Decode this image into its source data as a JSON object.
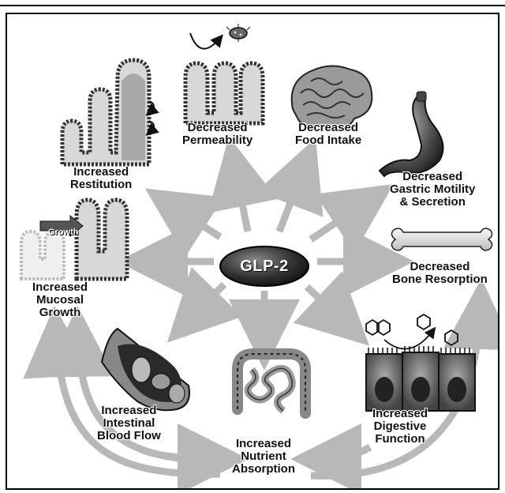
{
  "center": {
    "label": "GLP-2",
    "color": "#2f2f2f"
  },
  "effects": {
    "restitution": "Increased\nRestitution",
    "permeability": "Decreased\nPermeability",
    "food_intake": "Decreased\nFood Intake",
    "gastric": "Decreased\nGastric Motility\n& Secretion",
    "bone": "Decreased\nBone Resorption",
    "digestive": "Increased\nDigestive\nFunction",
    "nutrient": "Increased\nNutrient\nAbsorption",
    "blood_flow": "Increased\nIntestinal\nBlood Flow",
    "mucosal": "Increased\nMucosal\nGrowth"
  },
  "growth_tag": "Growth",
  "colors": {
    "arrow": "#b8b8b8",
    "ink": "#111111"
  },
  "icons": [
    "villi-icon",
    "bacterium-icon",
    "brain-icon",
    "stomach-icon",
    "bone-icon",
    "molecule-icon",
    "epithelial-cells-icon",
    "intestine-icon",
    "blood-vessel-icon"
  ]
}
